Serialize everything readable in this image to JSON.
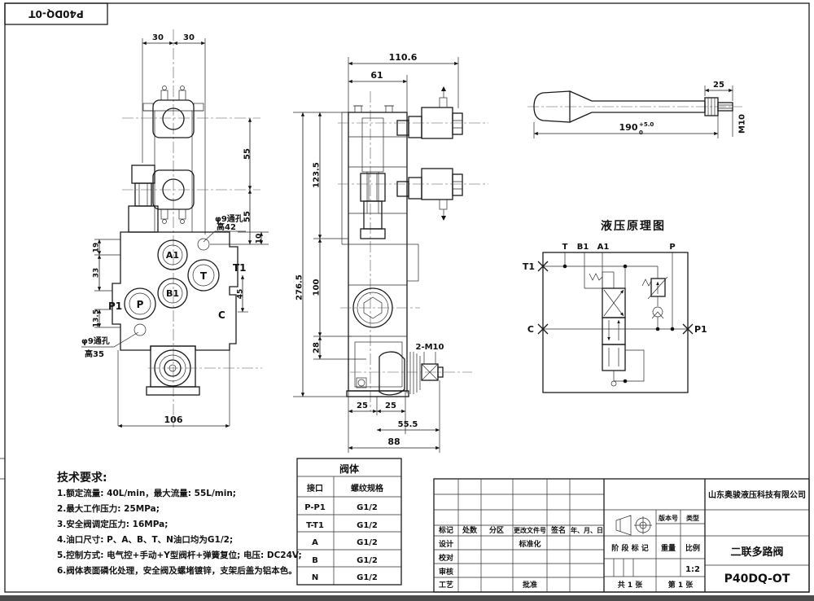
{
  "frame": {
    "corner_code": "P40DQ-0T"
  },
  "front_view": {
    "dims": {
      "w_left": "30",
      "w_right": "30",
      "h55_top": "55",
      "h55_mid": "55",
      "h10": "10",
      "h19": "19",
      "h33": "33",
      "h13_5": "13.5",
      "h45": "45",
      "w106": "106"
    },
    "notes": {
      "hole_top_1": "φ9通孔",
      "hole_top_2": "高42",
      "hole_bot_1": "φ9通孔",
      "hole_bot_2": "高35"
    },
    "ports": {
      "a1": "A1",
      "b1": "B1",
      "t": "T",
      "p": "P",
      "t1": "T1",
      "c": "C",
      "p1": "P1"
    }
  },
  "side_view": {
    "dims": {
      "w110_6": "110.6",
      "w61": "61",
      "h123_5": "123.5",
      "h276_5": "276.5",
      "h100": "100",
      "h28": "28",
      "w25a": "25",
      "w25b": "25",
      "w55_5": "55.5",
      "w88": "88",
      "thread": "2-M10"
    }
  },
  "lever": {
    "dims": {
      "len25": "25",
      "len190": "190",
      "tol_up": "+5.0",
      "tol_dn": "0",
      "thread": "M10"
    }
  },
  "schematic": {
    "title": "液压原理图",
    "ports": {
      "t": "T",
      "b1": "B1",
      "a1": "A1",
      "p": "P",
      "t1": "T1",
      "c": "C",
      "p1": "P1"
    }
  },
  "tech_requirements": {
    "title": "技术要求:",
    "items": [
      "1.额定流量: 40L/min，最大流量: 55L/min;",
      "2.最大工作压力: 25MPa;",
      "3.安全阀调定压力: 16MPa;",
      "4.油口尺寸: P、A、B、T、N油口均为G1/2;",
      "5.控制方式: 电气控+手动+Y型阀杆+弹簧复位;  电压: DC24V;",
      "6.阀体表面磷化处理，安全阀及螺堵镀锌，支架后盖为铝本色。"
    ]
  },
  "port_table": {
    "title": "阀体",
    "col_port": "接口",
    "col_spec": "螺纹规格",
    "rows": [
      {
        "port": "P-P1",
        "spec": "G1/2"
      },
      {
        "port": "T-T1",
        "spec": "G1/2"
      },
      {
        "port": "A",
        "spec": "G1/2"
      },
      {
        "port": "B",
        "spec": "G1/2"
      },
      {
        "port": "N",
        "spec": "G1/2"
      }
    ]
  },
  "title_block": {
    "rev_cols": [
      "标记",
      "处数",
      "分区",
      "更改文件号",
      "签名",
      "年、月、日"
    ],
    "roles": [
      "设计",
      "校对",
      "审核",
      "工艺"
    ],
    "standardization": "标准化",
    "approval": "批准",
    "version_label": "版本号",
    "type_label": "类型",
    "stage_label": "阶 段 标 记",
    "weight_label": "重量",
    "scale_label": "比例",
    "scale_value": "1:2",
    "sheets_total": "共 1 张",
    "sheet_no": "第 1 张",
    "company": "山东奥骏液压科技有限公司",
    "product": "二联多路阀",
    "model": "P40DQ-OT"
  }
}
